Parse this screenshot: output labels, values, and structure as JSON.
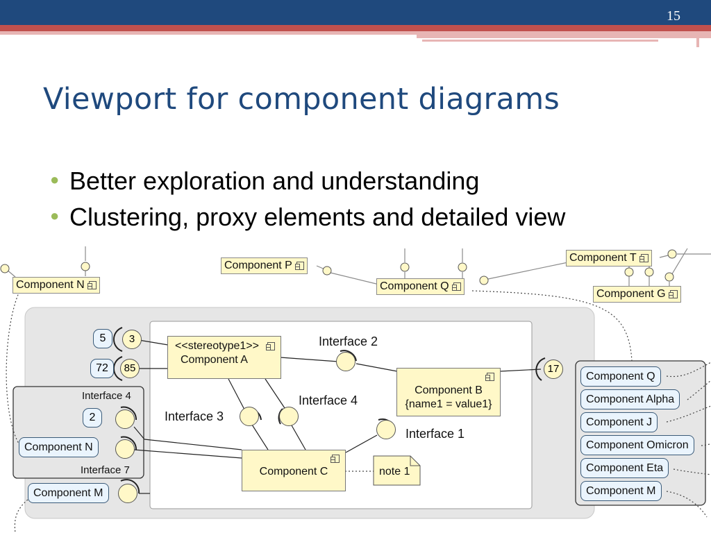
{
  "slide": {
    "number": "15",
    "title": "Viewport for component diagrams",
    "bullets": [
      "Better exploration and understanding",
      "Clustering, proxy elements and detailed view"
    ]
  },
  "diagram": {
    "outer_components": {
      "n": "Component N",
      "p": "Component P",
      "q": "Component Q",
      "t": "Component T",
      "g": "Component G"
    },
    "main": {
      "component_a_stereotype": "<<stereotype1>>",
      "component_a": "Component A",
      "component_b": "Component B",
      "component_b_attr": "{name1 = value1}",
      "component_c": "Component C",
      "note": "note 1"
    },
    "interfaces": {
      "i1": "Interface 1",
      "i2": "Interface 2",
      "i3": "Interface 3",
      "i4": "Interface 4",
      "i7": "Interface 7"
    },
    "port_numbers": {
      "a": "5",
      "b": "3",
      "c": "72",
      "d": "85",
      "e": "2",
      "f": "17"
    },
    "left_cluster": {
      "top_label": "Interface 4",
      "bottom_label": "Interface 7",
      "proxy": "Component N"
    },
    "bottom_proxy": "Component M",
    "right_cluster": [
      "Component Q",
      "Component Alpha",
      "Component J",
      "Component Omicron",
      "Component Eta",
      "Component M"
    ]
  },
  "colors": {
    "title": "#1f497d",
    "top_bar": "#1f497d",
    "accent_red": "#c0504d",
    "bullet": "#9bbb59",
    "component_fill": "#fff8c8",
    "proxy_fill": "#eaf4fd",
    "cluster_fill": "#e6e6e6"
  }
}
